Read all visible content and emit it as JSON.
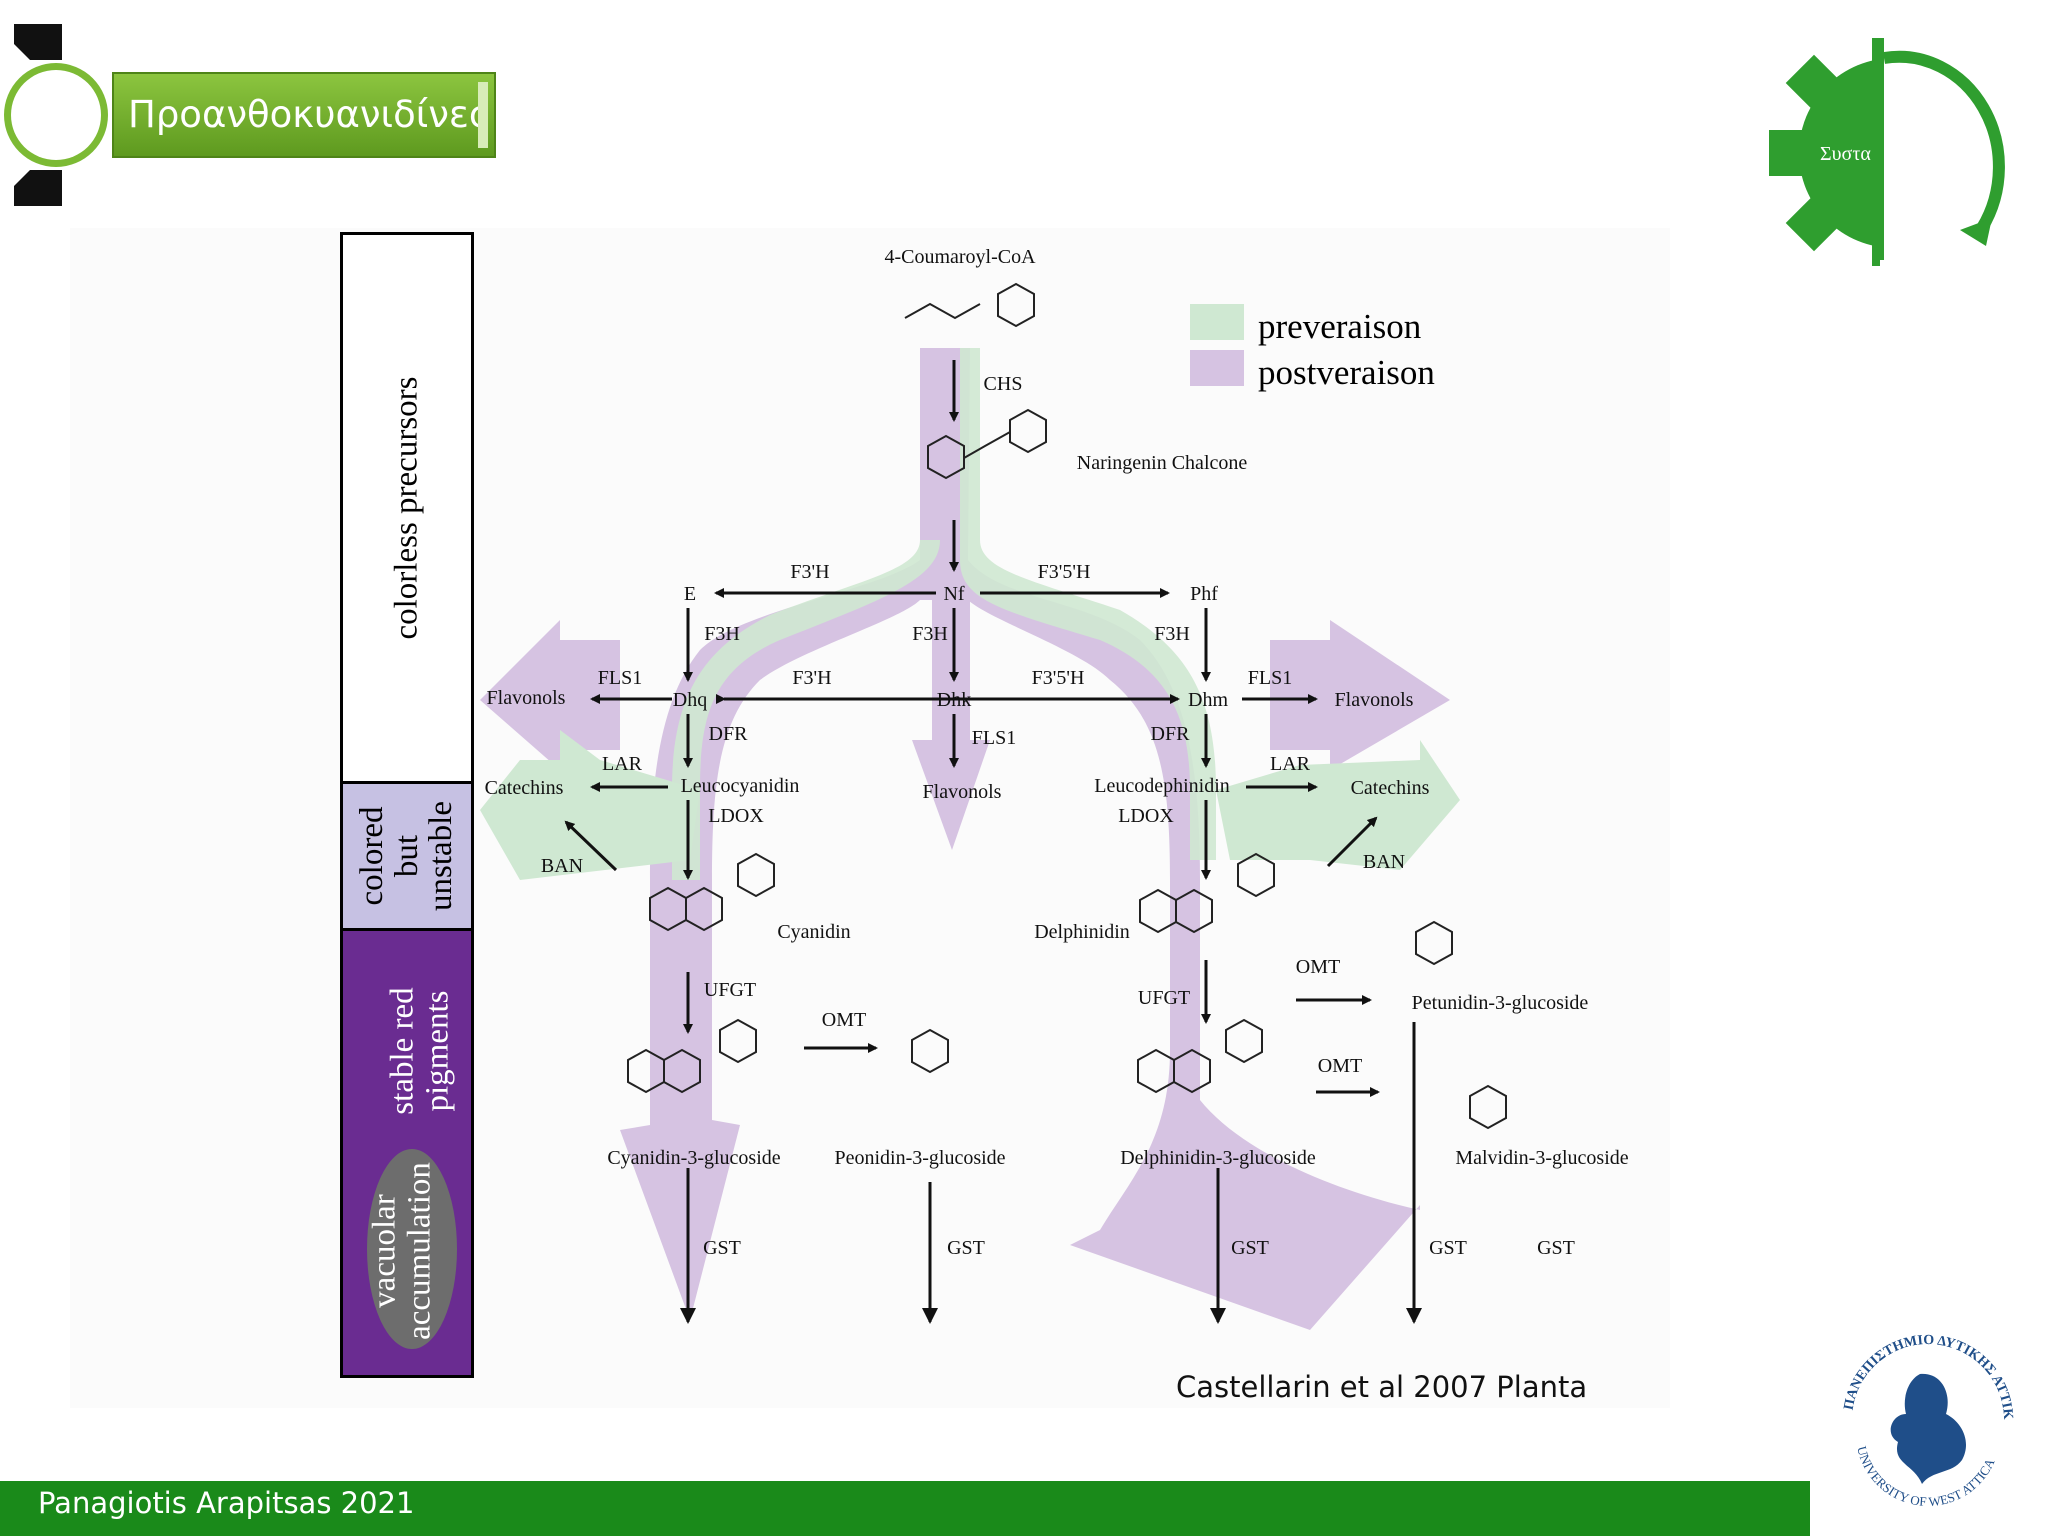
{
  "header": {
    "title": "Προανθοκυανιδίνες",
    "corner_text": "Συστα"
  },
  "stages": [
    {
      "label": "colorless precursors"
    },
    {
      "label": "colored but unstable"
    },
    {
      "label": "stable red pigments"
    },
    {
      "label": "vacuolar accumulation"
    }
  ],
  "legend": {
    "pre": "preveraison",
    "post": "postveraison"
  },
  "compounds": {
    "coumaroyl": "4-Coumaroyl-CoA",
    "chalcone": "Naringenin Chalcone",
    "e": "E",
    "nf": "Nf",
    "phf": "Phf",
    "dhq": "Dhq",
    "dhk": "Dhk",
    "dhm": "Dhm",
    "flavonols_l": "Flavonols",
    "flavonols_m": "Flavonols",
    "flavonols_r": "Flavonols",
    "catechins_l": "Catechins",
    "catechins_r": "Catechins",
    "leucocyanidin": "Leucocyanidin",
    "leucodelphinidin": "Leucodephinidin",
    "cyanidin": "Cyanidin",
    "delphinidin": "Delphinidin",
    "cy3g": "Cyanidin-3-glucoside",
    "pe3g": "Peonidin-3-glucoside",
    "de3g": "Delphinidin-3-glucoside",
    "pt3g": "Petunidin-3-glucoside",
    "mv3g": "Malvidin-3-glucoside"
  },
  "enzymes": {
    "chs": "CHS",
    "f3h_l": "F3'H",
    "f35h_t": "F3'5'H",
    "f3h1": "F3H",
    "f3h2": "F3H",
    "f3h3": "F3H",
    "fls_l": "FLS1",
    "fls_r": "FLS1",
    "fls_m": "FLS1",
    "f3h_m": "F3'H",
    "f35h_m": "F3'5'H",
    "dfr_l": "DFR",
    "dfr_r": "DFR",
    "lar_l": "LAR",
    "lar_r": "LAR",
    "ldox_l": "LDOX",
    "ldox_r": "LDOX",
    "ban_l": "BAN",
    "ban_r": "BAN",
    "ufgt_l": "UFGT",
    "ufgt_r": "UFGT",
    "omt_l": "OMT",
    "omt_r1": "OMT",
    "omt_r2": "OMT",
    "gst1": "GST",
    "gst2": "GST",
    "gst3": "GST",
    "gst4": "GST",
    "gst5": "GST"
  },
  "citation": "Castellarin et al 2007 Planta",
  "footer": {
    "author": "Panagiotis Arapitsas 2021"
  },
  "logo_text": {
    "top": "ΠΑΝΕΠΙΣΤΗΜΙΟ ΔΥΤΙΚΗΣ ΑΤΤΙΚΗΣ",
    "bottom": "UNIVERSITY OF WEST ATTICA"
  },
  "colors": {
    "green": "#1a8a1a",
    "lime": "#7cba34",
    "pre": "#cfe8d2",
    "post": "#d6c3e2",
    "purple": "#6a2c91",
    "lavender": "#c6c1e3",
    "logo": "#1f4e89"
  }
}
